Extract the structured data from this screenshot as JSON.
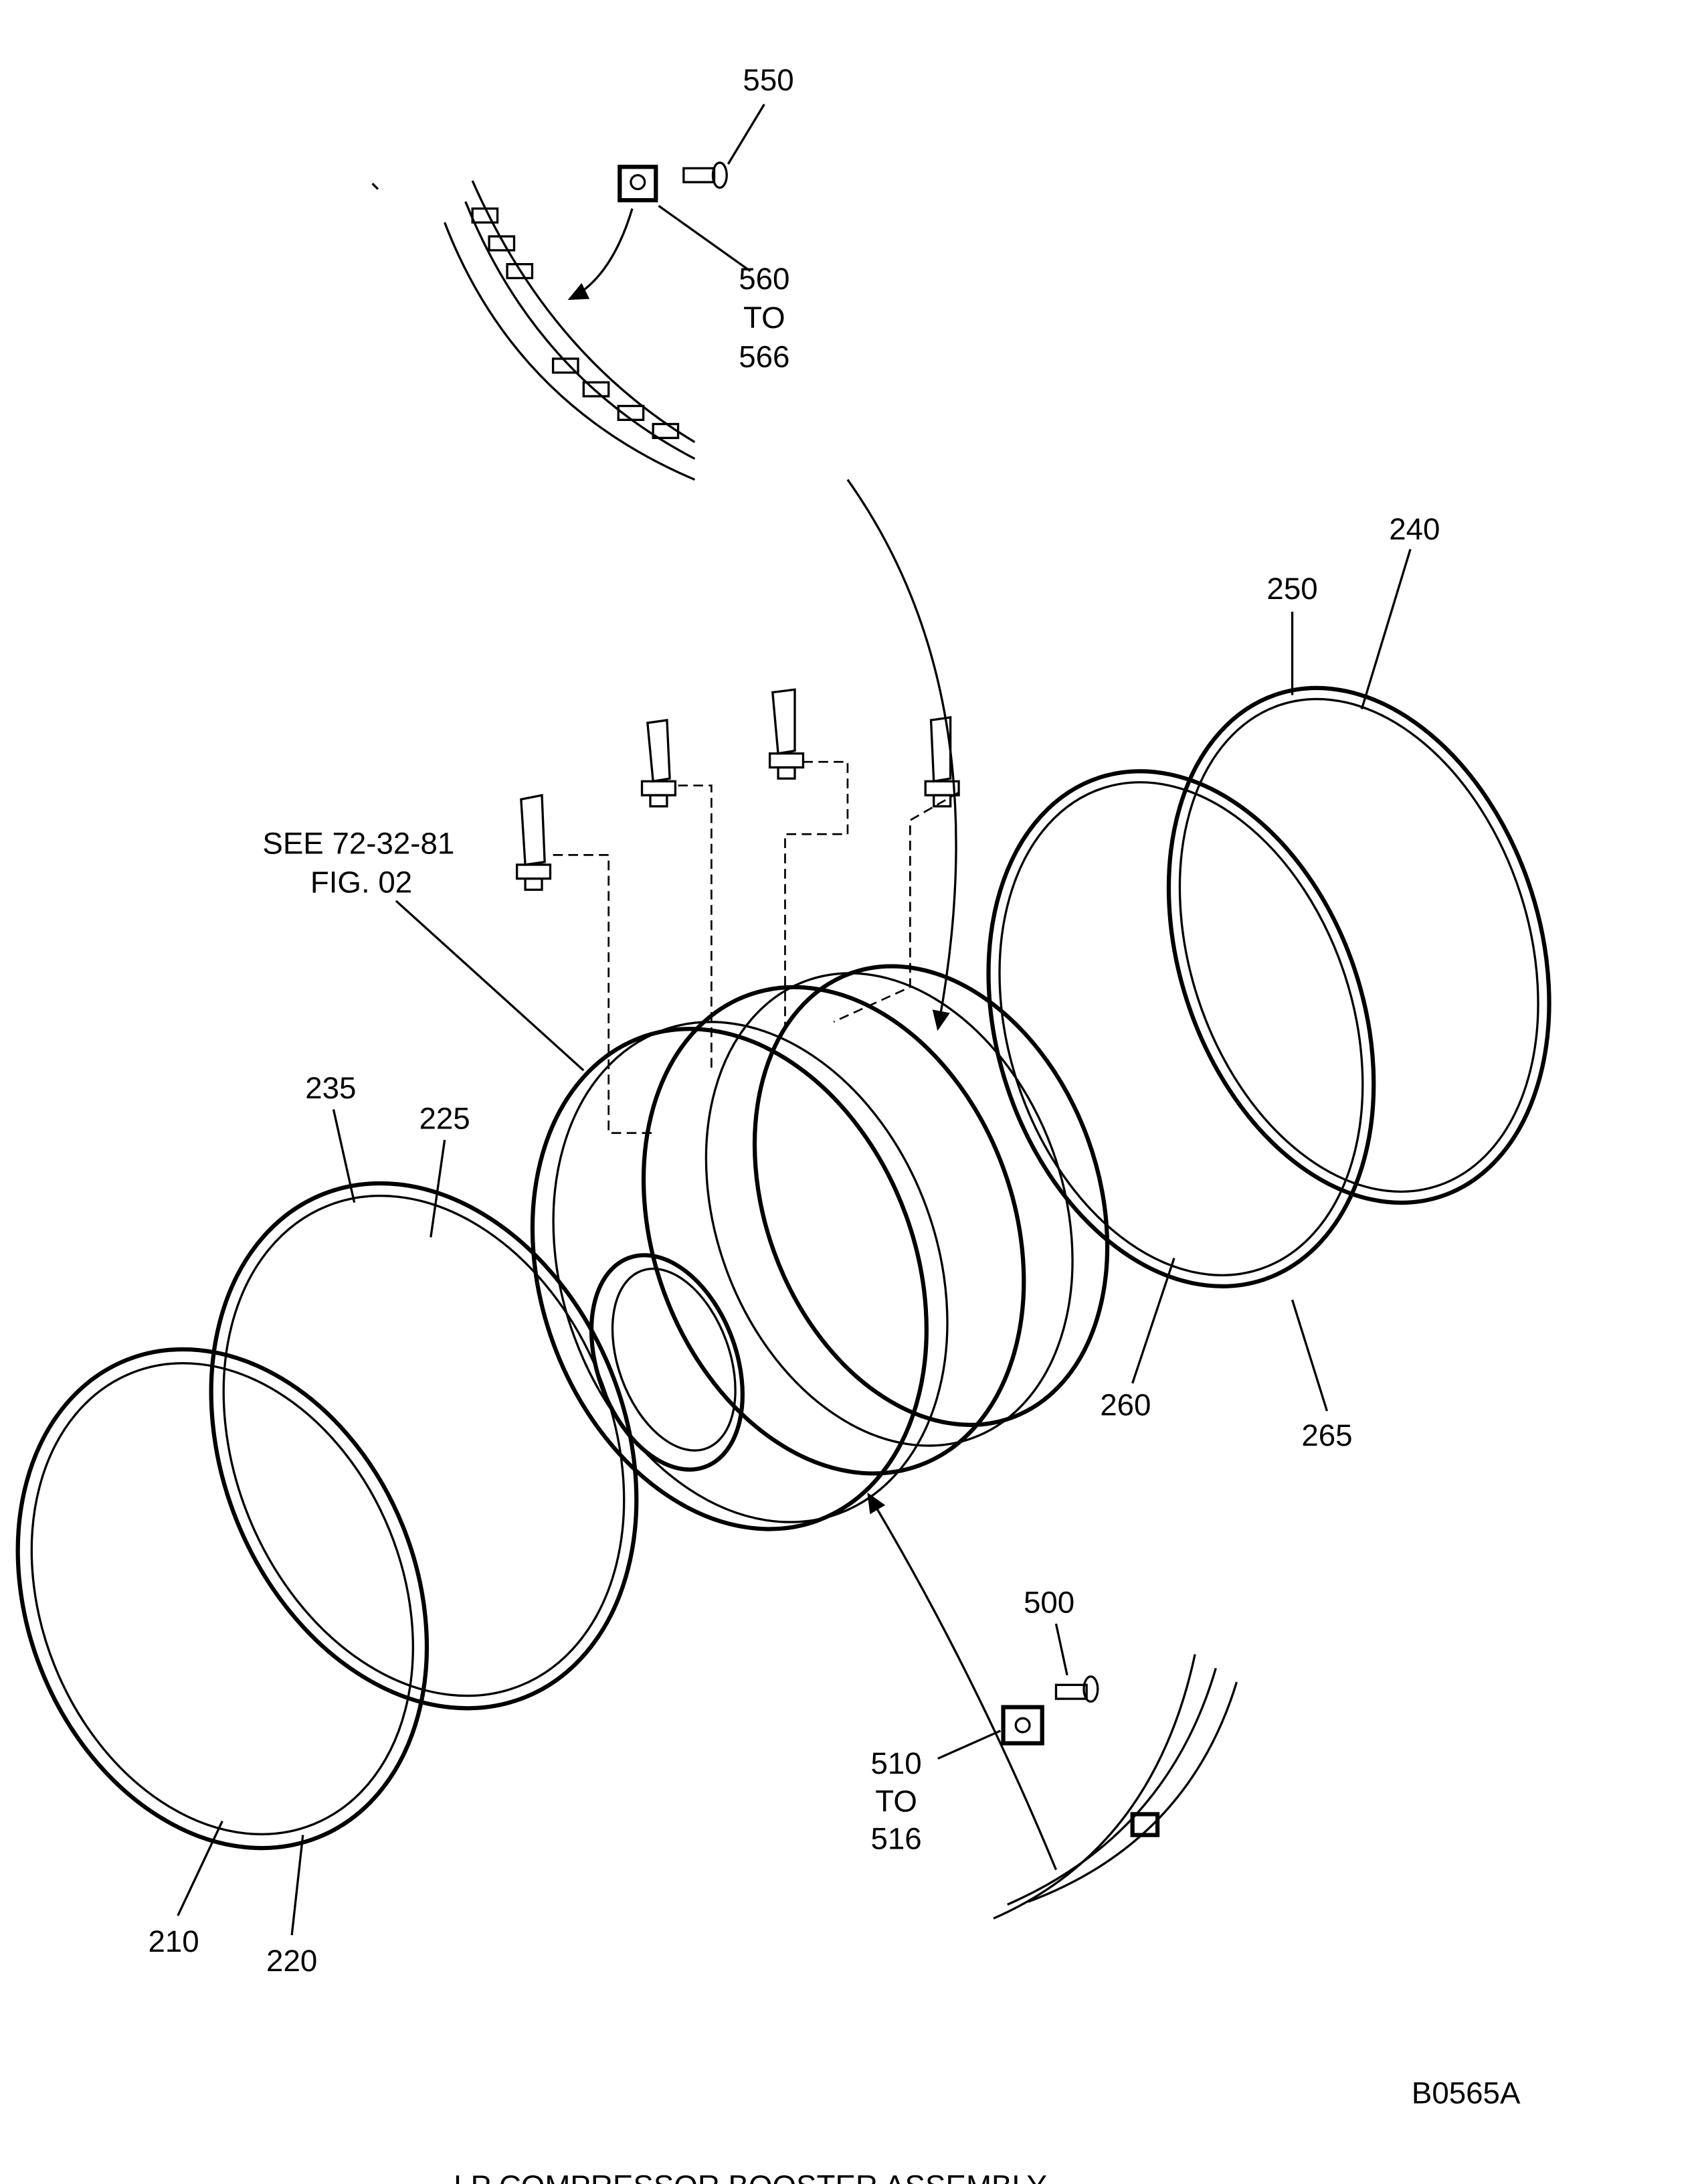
{
  "callouts": {
    "c550": "550",
    "c560_a": "560",
    "c560_b": "TO",
    "c560_c": "566",
    "c240": "240",
    "c250": "250",
    "see_a": "SEE  72-32-81",
    "see_b": "FIG. 02",
    "c235": "235",
    "c225": "225",
    "c260": "260",
    "c265": "265",
    "c500": "500",
    "c510_a": "510",
    "c510_b": "TO",
    "c510_c": "516",
    "c210": "210",
    "c220": "220"
  },
  "figure_id": "B0565A",
  "caption": "LP COMPRESSOR BOOSTER ASSEMBLY"
}
